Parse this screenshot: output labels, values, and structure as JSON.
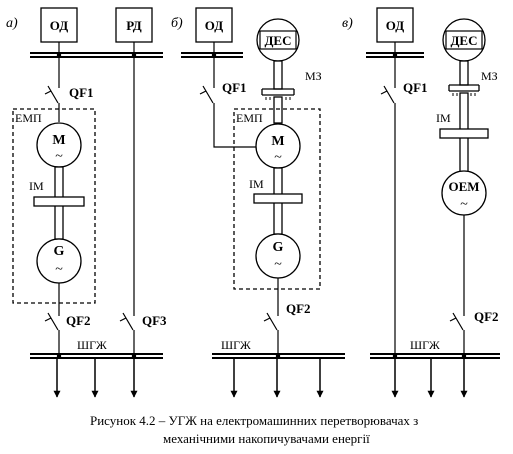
{
  "caption": {
    "line1": "Рисунок 4.2 – УГЖ на електромашинних перетворювачах з",
    "line2": "механічними накопичувачами енергії"
  },
  "panels": [
    {
      "letter": "а)",
      "sources": {
        "od": "ОД",
        "rd": "РД"
      },
      "breakers": {
        "qf1": "QF1",
        "qf2": "QF2",
        "qf3": "QF3"
      },
      "emp": "ЕМП",
      "im": "ІМ",
      "motor": {
        "letter": "M",
        "tilde": "~"
      },
      "generator": {
        "letter": "G",
        "tilde": "~"
      },
      "bus": "ШГЖ"
    },
    {
      "letter": "б)",
      "sources": {
        "od": "ОД",
        "des": "ДЕС"
      },
      "breakers": {
        "qf1": "QF1",
        "qf2": "QF2"
      },
      "mz": "МЗ",
      "emp": "ЕМП",
      "im": "ІМ",
      "motor": {
        "letter": "M",
        "tilde": "~"
      },
      "generator": {
        "letter": "G",
        "tilde": "~"
      },
      "bus": "ШГЖ"
    },
    {
      "letter": "в)",
      "sources": {
        "od": "ОД",
        "des": "ДЕС"
      },
      "breakers": {
        "qf1": "QF1",
        "qf2": "QF2"
      },
      "mz": "МЗ",
      "im": "ІМ",
      "oem": {
        "label": "ОЕМ",
        "tilde": "~"
      },
      "bus": "ШГЖ"
    }
  ]
}
